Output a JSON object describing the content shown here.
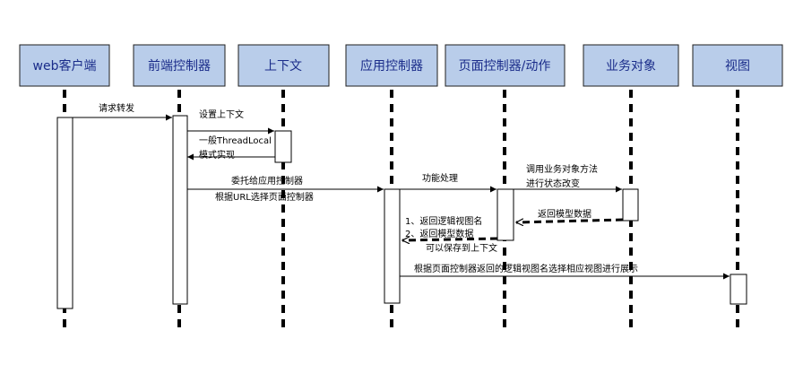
{
  "participants": [
    {
      "id": "web-client",
      "label": "web客户端"
    },
    {
      "id": "front-controller",
      "label": "前端控制器"
    },
    {
      "id": "context",
      "label": "上下文"
    },
    {
      "id": "app-controller",
      "label": "应用控制器"
    },
    {
      "id": "page-controller",
      "label": "页面控制器/动作"
    },
    {
      "id": "business-object",
      "label": "业务对象"
    },
    {
      "id": "view",
      "label": "视图"
    }
  ],
  "messages": {
    "request_forward": "请求转发",
    "set_context": "设置上下文",
    "threadlocal_line1": "一般ThreadLocal",
    "threadlocal_line2": "模式实现",
    "delegate_line1": "委托给应用控制器",
    "delegate_line2": "根据URL选择页面控制器",
    "function_process": "功能处理",
    "call_business_line1": "调用业务对象方法",
    "call_business_line2": "进行状态改变",
    "return_model": "返回模型数据",
    "return_view_line1": "1、返回逻辑视图名",
    "return_view_line2": "2、返回模型数据",
    "save_context": "可以保存到上下文",
    "render_view": "根据页面控制器返回的逻辑视图名选择相应视图进行展示"
  }
}
